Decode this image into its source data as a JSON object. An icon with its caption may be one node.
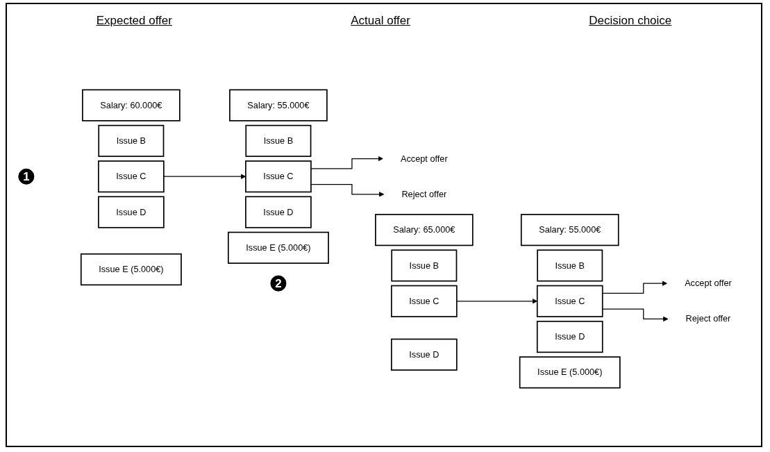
{
  "diagram": {
    "nodes": [
      {
        "text": [
          "1"
        ]
      },
      {
        "text": [
          "Salary: 60.000€"
        ]
      },
      {
        "text": [
          "Issue B"
        ]
      },
      {
        "text": [
          "Issue C"
        ]
      },
      {
        "text": [
          "Issue D"
        ]
      },
      {
        "text": [
          "Issue E (5.000€)"
        ]
      },
      {
        "text": [
          "Salary: 55.000€"
        ]
      },
      {
        "text": [
          "Issue B"
        ]
      },
      {
        "text": [
          "Issue C"
        ]
      },
      {
        "text": [
          "Issue D"
        ]
      },
      {
        "text": [
          "Issue E (5.000€)"
        ]
      },
      {
        "text": [
          "Accept offer"
        ]
      },
      {
        "text": [
          "Reject offer"
        ]
      },
      {
        "text": [
          "2"
        ]
      },
      {
        "text": [
          "Salary: 65.000€"
        ]
      },
      {
        "text": [
          "Issue B"
        ]
      },
      {
        "text": [
          "Issue C"
        ]
      },
      {
        "text": [
          "Issue D"
        ]
      },
      {
        "text": [
          "Salary: 55.000€"
        ]
      },
      {
        "text": [
          "Issue B"
        ]
      },
      {
        "text": [
          "Issue C"
        ]
      },
      {
        "text": [
          "Issue D"
        ]
      },
      {
        "text": [
          "Issue E (5.000€)"
        ]
      },
      {
        "text": [
          "Accept offer"
        ]
      },
      {
        "text": [
          "Reject offer"
        ]
      }
    ],
    "edges": [
      {
        "from": 3,
        "to": 8,
        "arrow": "to"
      },
      {
        "from": 8,
        "to": 11,
        "arrow": "to"
      },
      {
        "from": 8,
        "to": 12,
        "arrow": "to"
      },
      {
        "from": 16,
        "to": 20,
        "arrow": "to"
      },
      {
        "from": 20,
        "to": 23,
        "arrow": "to"
      },
      {
        "from": 20,
        "to": 24,
        "arrow": "to"
      }
    ],
    "labels": [
      "Expected offer",
      "Actual offer",
      "Decision choice"
    ]
  }
}
